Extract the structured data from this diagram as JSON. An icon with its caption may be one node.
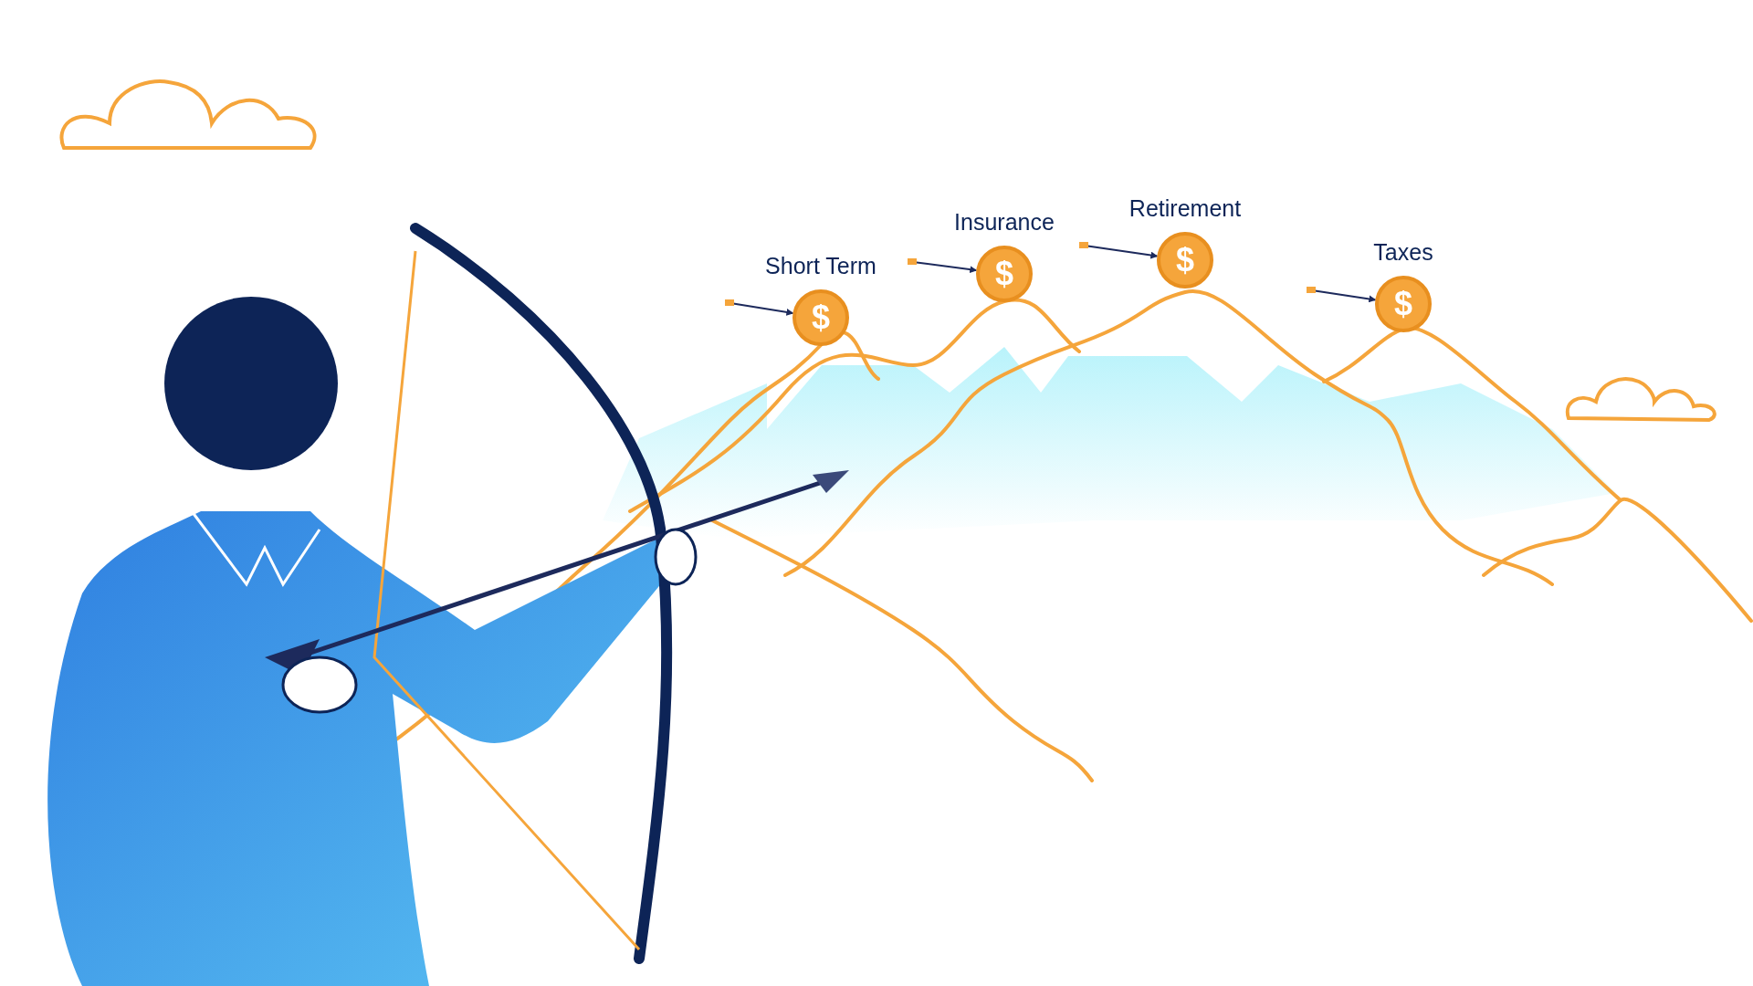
{
  "diagram": {
    "nodes": [
      {
        "text": [
          "$"
        ],
        "beside": [
          "Short Term"
        ]
      },
      {
        "text": [
          "$"
        ],
        "beside": [
          "Insurance"
        ]
      },
      {
        "text": [
          "$"
        ],
        "beside": [
          "Retirement"
        ]
      },
      {
        "text": [
          "$"
        ],
        "beside": [
          "Taxes"
        ]
      }
    ],
    "edges": [
      {
        "from": null,
        "to": 0,
        "arrow": "to"
      },
      {
        "from": null,
        "to": 1,
        "arrow": "to"
      },
      {
        "from": null,
        "to": 2,
        "arrow": "to"
      },
      {
        "from": null,
        "to": 3,
        "arrow": "to"
      }
    ]
  }
}
